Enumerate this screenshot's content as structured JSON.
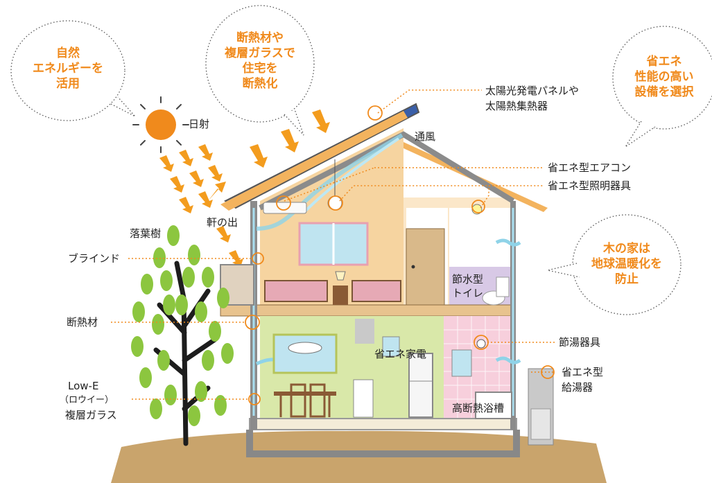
{
  "colors": {
    "orange": "#f08a1c",
    "wall": "#f6d4a0",
    "ground": "#c9a46c",
    "leaf": "#8cc63f",
    "kitchen_green": "#d9e8a9",
    "bath_pink": "#f7cfdc",
    "toilet_lavender": "#d8c9e6",
    "solar_blue": "#3a5fa8",
    "wind": "#8fd3e8"
  },
  "bubbles": {
    "nature": "自然\nエネルギーを\n活用",
    "insulation": "断熱材や\n複層ガラスで\n住宅を\n断熱化",
    "equipment": "省エネ\n性能の高い\n設備を選択",
    "wood": "木の家は\n地球温暖化を\n防止"
  },
  "labels": {
    "solar_radiation": "日射",
    "ventilation": "通風",
    "eaves": "軒の出",
    "deciduous_tree": "落葉樹",
    "blind": "ブラインド",
    "insulation_material": "断熱材",
    "lowe_line1": "Low-E",
    "lowe_line2": "（ロウイー）",
    "lowe_line3": "複層ガラス",
    "solar_panel_line1": "太陽光発電パネルや",
    "solar_panel_line2": "太陽熱集熱器",
    "aircon": "省エネ型エアコン",
    "lighting": "省エネ型照明器具",
    "water_toilet_line1": "節水型",
    "water_toilet_line2": "トイレ",
    "appliances": "省エネ家電",
    "shower": "節湯器具",
    "water_heater_line1": "省エネ型",
    "water_heater_line2": "給湯器",
    "bathtub": "高断熱浴槽"
  }
}
